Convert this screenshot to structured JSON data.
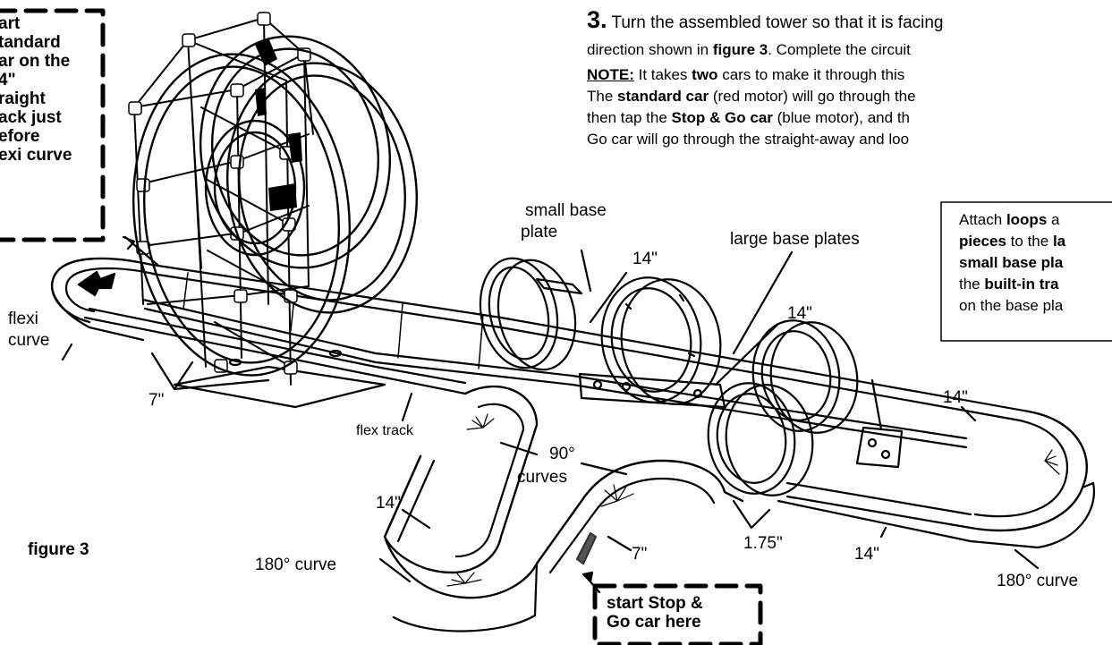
{
  "instructions": {
    "step_number": "3.",
    "step_text_a": "Turn the assembled tower so that it is facing",
    "step_text_b": "direction shown in",
    "step_text_c": "figure 3",
    "step_text_d": ". Complete the circuit",
    "note_label": "NOTE:",
    "note_a": "It takes",
    "note_b": "two",
    "note_c": "cars to make it through this",
    "line2_a": "The",
    "line2_b": "standard car",
    "line2_c": "(red motor) will go through the",
    "line3_a": "then tap the",
    "line3_b": "Stop & Go car",
    "line3_c": "(blue motor), and th",
    "line4": "Go car will go through the straight-away and loo"
  },
  "attach_box": {
    "l1_a": "Attach",
    "l1_b": "loops",
    "l1_c": "a",
    "l2": "pieces",
    "l2_b": "to the",
    "l2_c": "la",
    "l3": "small base pla",
    "l4_a": "the",
    "l4_b": "built-in tra",
    "l5": "on the base pla"
  },
  "start_box": {
    "l1": "art",
    "l2": "tandard",
    "l3": "ar on the",
    "l4": "4\"",
    "l5": "raight",
    "l6": "ack just",
    "l7": "efore",
    "l8": "exi curve"
  },
  "stop_go_box": {
    "l1": "start Stop &",
    "l2": "Go car here"
  },
  "labels": {
    "small_base_plate_1": "small base",
    "small_base_plate_2": "plate",
    "large_base_plates": "large base plates",
    "len_14_a": "14\"",
    "len_14_b": "14\"",
    "len_14_c": "14\"",
    "len_14_d": "14\"",
    "len_14_e": "14\"",
    "flexi_1": "flexi",
    "flexi_2": "curve",
    "len_7_a": "7\"",
    "len_7_b": "7\"",
    "flex_track": "flex track",
    "curves90_1": "90°",
    "curves90_2": "curves",
    "len_175": "1.75\"",
    "curve180_left": "180° curve",
    "curve180_right": "180° curve",
    "figure": "figure 3"
  }
}
